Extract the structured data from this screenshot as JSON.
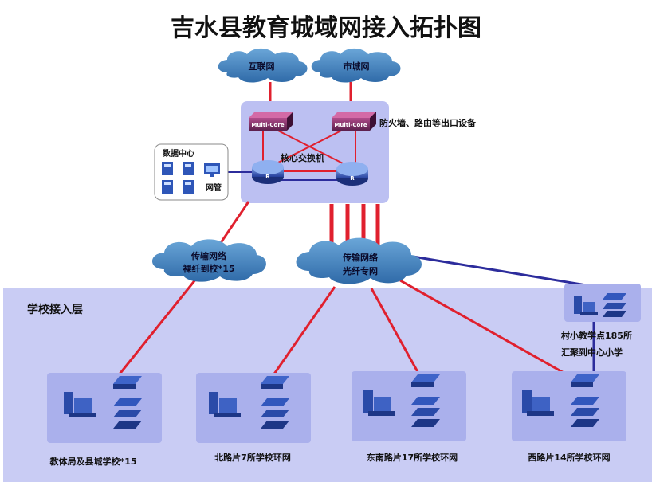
{
  "title": "吉水县教育城域网接入拓扑图",
  "clouds": {
    "internet": "互联网",
    "metro": "市城网",
    "transport_left_1": "传输网络",
    "transport_left_2": "裸纤到校*15",
    "transport_right_1": "传输网络",
    "transport_right_2": "光纤专网"
  },
  "core": {
    "firewall_chip_label": "Multi-Core",
    "firewall_label": "防火墙、路由等出口设备",
    "core_switch_label": "核心交换机",
    "switch_badge": "R"
  },
  "datacenter": {
    "title": "数据中心",
    "netmgmt": "网管"
  },
  "access_layer": {
    "title": "学校接入层",
    "village_line1": "村小教学点185所",
    "village_line2": "汇聚到中心小学"
  },
  "sites": [
    {
      "label": "教体局及县城学校*15"
    },
    {
      "label": "北路片7所学校环网"
    },
    {
      "label": "东南路片17所学校环网"
    },
    {
      "label": "西路片14所学校环网"
    }
  ],
  "colors": {
    "red_link": "#e0202e",
    "blue_link": "#2c2c9c",
    "core_box": "#bcc0f2",
    "layer_band": "#c9ccf4",
    "cloud": "#3e7fb8"
  }
}
